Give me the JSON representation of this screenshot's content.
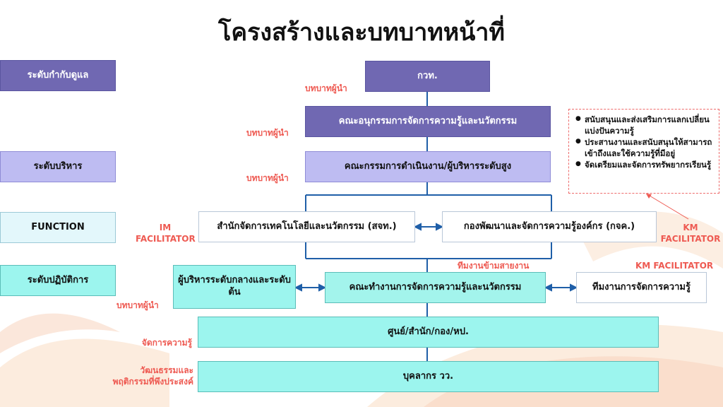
{
  "title": "โครงสร้างและบทบาทหน้าที่",
  "levels": [
    {
      "label": "ระดับกำกับดูแล"
    },
    {
      "label": "ระดับบริหาร"
    },
    {
      "label": "FUNCTION"
    },
    {
      "label": "ระดับปฏิบัติการ"
    }
  ],
  "boxes": {
    "kwt": "กวท.",
    "km_subcommittee": "คณะอนุกรรมการจัดการความรู้และนวัตกรรม",
    "exec_committee": "คณะกรรมการดำเนินงาน/ผู้บริหารระดับสูง",
    "tech_office": "สำนักจัดการเทคโนโลยีและนวัตกรรม (สจท.)",
    "org_dev_division": "กองพัฒนาและจัดการความรู้องค์กร (กจค.)",
    "middle_managers": "ผู้บริหารระดับกลางและระดับต้น",
    "km_working_group": "คณะทำงานการจัดการความรู้และนวัตกรรม",
    "km_team": "ทีมงานการจัดการความรู้",
    "units": "ศูนย์/สำนัก/กอง/หป.",
    "staff": "บุคลากร วว."
  },
  "labels": {
    "leader_role_1": "บทบาทผู้นำ",
    "leader_role_2": "บทบาทผู้นำ",
    "leader_role_3": "บทบาทผู้นำ",
    "leader_role_4": "บทบาทผู้นำ",
    "im_facilitator": "IM\nFACILITATOR",
    "km_facilitator_1": "KM\nFACILITATOR",
    "km_facilitator_2": "KM FACILITATOR",
    "cross_team": "ทีมงานข้ามสายงาน",
    "manage_knowledge": "จัดการความรู้",
    "culture": "วัฒนธรรมและ\nพฤติกรรมที่พึงประสงค์"
  },
  "note": {
    "items": [
      "สนับสนุนและส่งเสริมการแลกเปลี่ยนแบ่งปันความรู้",
      "ประสานงานและสนับสนุนให้สามารถเข้าถึงและใช้ความรู้ที่มีอยู่",
      "จัดเตรียมและจัดการทรัพยากรเรียนรู้"
    ]
  },
  "colors": {
    "dark_purple": "#7068b2",
    "light_purple": "#bebcf2",
    "cyan": "#9cf5ee",
    "connector_blue": "#1f5fa8",
    "label_red": "#ee5a52"
  }
}
